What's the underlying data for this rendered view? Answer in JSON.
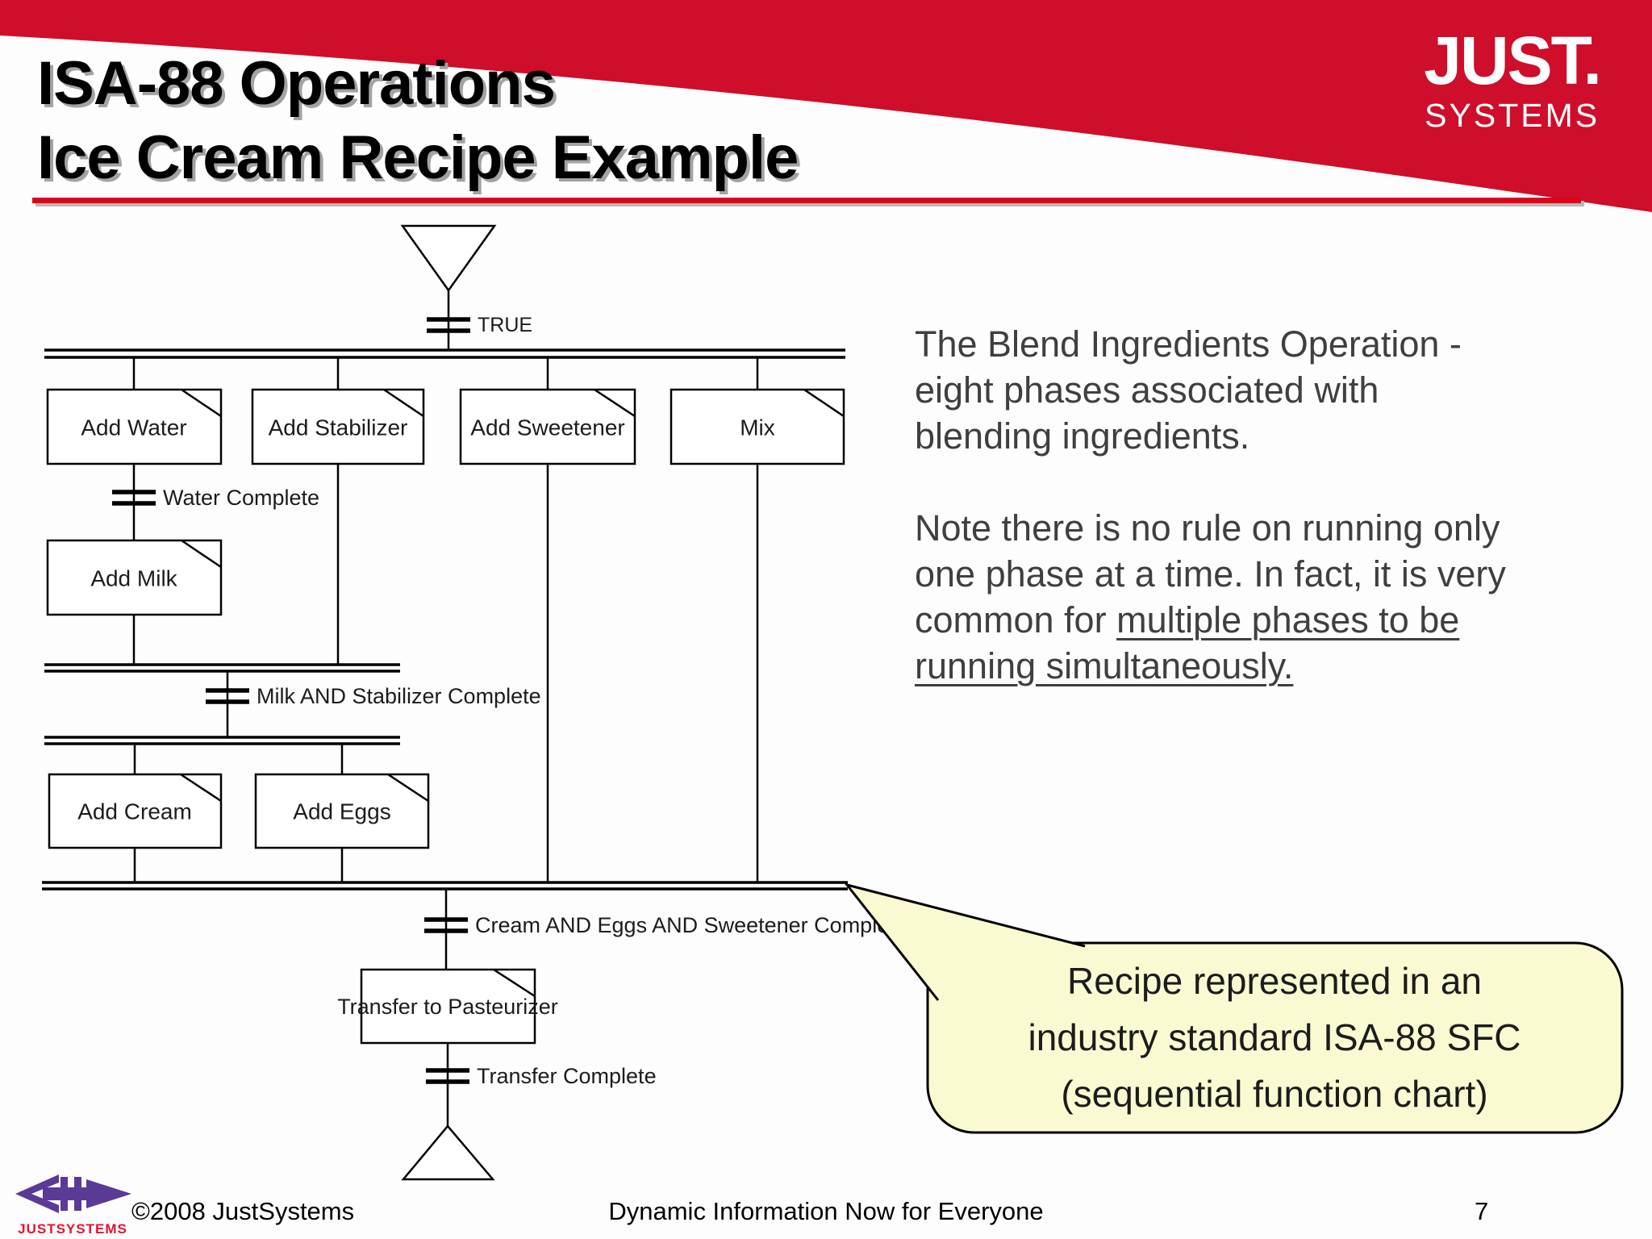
{
  "slide": {
    "title_line1": "ISA-88 Operations",
    "title_line2": "Ice Cream Recipe Example",
    "logo": {
      "primary": "JUST.",
      "secondary": "SYSTEMS"
    },
    "colors": {
      "band_red": "#ce0e2b",
      "underline_red": "#e00019",
      "bubble_yellow": "#fafad2",
      "body_text_gray": "#3f3f3f",
      "corner_logo_purple": "#5b3a96",
      "corner_logo_red": "#e8112d"
    },
    "body": {
      "para1_l1": "The Blend Ingredients Operation -",
      "para1_l2": "eight phases associated with",
      "para1_l3": "blending ingredients.",
      "para2_l1": "Note there is no rule on running only",
      "para2_l2": "one phase at a time. In fact, it is very",
      "para2_l3_prefix": "common for ",
      "para2_l3_underlined": "multiple phases to be",
      "para2_l4_underlined": "running simultaneously."
    },
    "callout": {
      "line1": "Recipe represented in an",
      "line2": "industry standard ISA-88 SFC",
      "line3": "(sequential function chart)"
    },
    "diagram": {
      "transitions": {
        "t_true": "TRUE",
        "t_water": "Water Complete",
        "t_milk_stab": "Milk AND Stabilizer Complete",
        "t_cream_eggs_sweet": "Cream AND Eggs AND Sweetener Complete",
        "t_transfer": "Transfer Complete"
      },
      "phases": {
        "add_water": "Add Water",
        "add_stabilizer": "Add Stabilizer",
        "add_sweetener": "Add Sweetener",
        "mix": "Mix",
        "add_milk": "Add Milk",
        "add_cream": "Add Cream",
        "add_eggs": "Add Eggs",
        "transfer": "Transfer to Pasteurizer"
      }
    },
    "footer": {
      "copyright": "©2008 JustSystems",
      "tagline": "Dynamic Information Now for Everyone",
      "page": "7",
      "corner_logo_text": "JUSTSYSTEMS"
    }
  }
}
